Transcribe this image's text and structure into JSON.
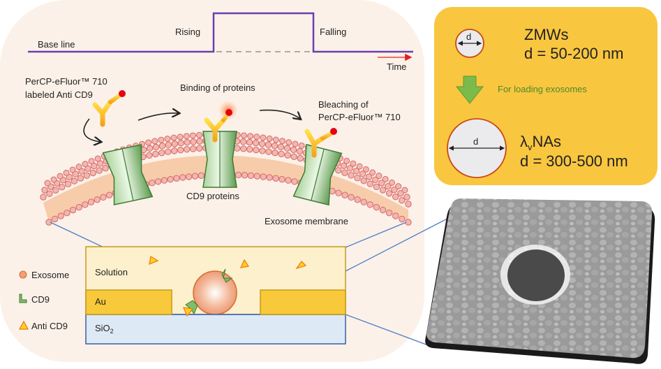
{
  "signal_trace": {
    "baseline_label": "Base line",
    "rising_label": "Rising",
    "falling_label": "Falling",
    "time_label": "Time",
    "trace_color": "#6a3fb0",
    "time_arrow_color": "#e02020"
  },
  "membrane_scheme": {
    "antibody_label_line1": "PerCP-eFluor™ 710",
    "antibody_label_line2": "labeled Anti CD9",
    "binding_label": "Binding of proteins",
    "bleaching_label_line1": "Bleaching of",
    "bleaching_label_line2": "PerCP-eFluor™ 710",
    "cd9_label": "CD9 proteins",
    "membrane_label": "Exosome membrane"
  },
  "cross_section": {
    "solution_label": "Solution",
    "au_label": "Au",
    "sio2_label": "SiO",
    "sio2_subscript": "2",
    "colors": {
      "solution": "#fdf0cc",
      "au": "#f8c93a",
      "sio2": "#dde9f5",
      "sio2_border": "#3b5fa6",
      "au_border": "#c49a1a"
    }
  },
  "legend": [
    {
      "icon": "exosome-icon",
      "label": "Exosome"
    },
    {
      "icon": "cd9-icon",
      "label": "CD9"
    },
    {
      "icon": "anti-cd9-icon",
      "label": "Anti CD9"
    }
  ],
  "comparison_box": {
    "small_label": "d",
    "zmw_title": "ZMWs",
    "zmw_range": "d = 50-200 nm",
    "arrow_label": "For loading exosomes",
    "large_label": "d",
    "lvna_title_main": "λ",
    "lvna_title_sub": "v",
    "lvna_title_rest": "NAs",
    "lvna_range": "d = 300-500 nm"
  }
}
